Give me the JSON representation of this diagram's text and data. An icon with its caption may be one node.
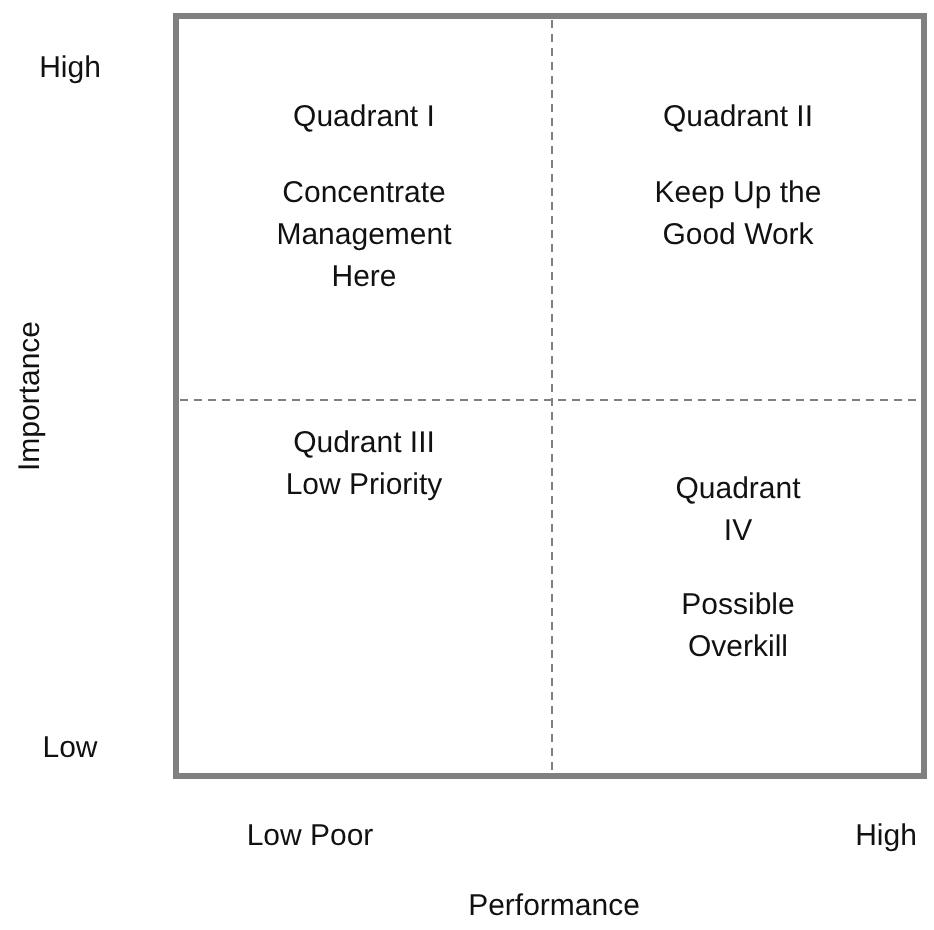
{
  "diagram": {
    "nodes": [
      {
        "text": [
          "Quadrant I",
          "Concentrate Management Here"
        ]
      },
      {
        "text": [
          "Quadrant II",
          "Keep Up the Good Work"
        ]
      },
      {
        "text": [
          "Qudrant III Low Priority"
        ]
      },
      {
        "text": [
          "Quadrant IV",
          "Possible Overkill"
        ]
      }
    ],
    "labels": [
      "High",
      "Low",
      "Importance",
      "Low Poor",
      "High",
      "Performance"
    ]
  }
}
